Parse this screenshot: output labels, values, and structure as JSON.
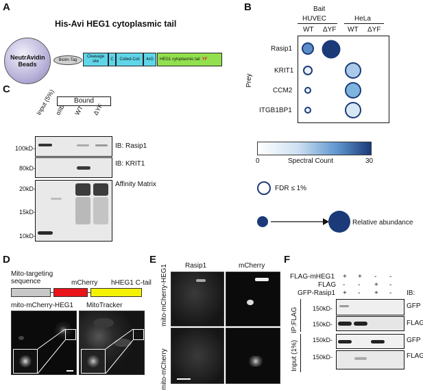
{
  "panels": {
    "A": "A",
    "B": "B",
    "C": "C",
    "D": "D",
    "E": "E",
    "F": "F"
  },
  "a": {
    "title": "His-Avi HEG1 cytoplasmic tail",
    "bead": "NeutrAvidin Beads",
    "biotin": "Biotin-Tag",
    "cleavage": "Cleavage site",
    "c": "C",
    "coiled": "Coiled-Coil",
    "gly": "4xG",
    "tail": "HEG1 cytoplasmic tail",
    "yf": "YF"
  },
  "b": {
    "bait": "Bait",
    "huvec": "HUVEC",
    "hela": "HeLa",
    "cols": [
      "WT",
      "ΔYF",
      "WT",
      "ΔYF"
    ],
    "prey": "Prey",
    "rows": [
      "Rasip1",
      "KRIT1",
      "CCM2",
      "ITGB1BP1"
    ],
    "colorbar_min": "0",
    "colorbar_label": "Spectral Count",
    "colorbar_max": "30",
    "fdr": "FDR ≤ 1%",
    "relative": "Relative abundance",
    "colors": {
      "dark": "#1b3a78",
      "mid": "#6aa6d4",
      "light": "#d7e8f4"
    }
  },
  "c": {
    "bound": "Bound",
    "lanes": [
      "Input (5%)",
      "αIIb",
      "WT",
      "ΔYF"
    ],
    "ib_rasip1": "IB: Rasip1",
    "ib_krit1": "IB: KRIT1",
    "affinity": "Affinity Matrix",
    "mw_100": "100kD-",
    "mw_80": "80kD-",
    "mw_20": "20kD-",
    "mw_15": "15kD-",
    "mw_10": "10kD-"
  },
  "d": {
    "seq": "Mito-targeting sequence",
    "mcherry": "mCherry",
    "ctail": "hHEG1 C-tail",
    "img1": "mito-mCherry-HEG1",
    "img2": "MitoTracker"
  },
  "e": {
    "col1": "Rasip1",
    "col2": "mCherry",
    "row1": "mito-mCherry-HEG1",
    "row2": "mito-mCherry"
  },
  "f": {
    "rows": [
      "FLAG-mHEG1",
      "FLAG",
      "GFP-Rasip1"
    ],
    "signs": [
      [
        "+",
        "+",
        "-",
        "-"
      ],
      [
        "-",
        "-",
        "+",
        "-"
      ],
      [
        "+",
        "-",
        "+",
        "-"
      ]
    ],
    "ib": "IB:",
    "ip": "IP:FLAG",
    "input": "Input (1%)",
    "gfp": "GFP",
    "flag": "FLAG",
    "mw150": "150kD-"
  }
}
